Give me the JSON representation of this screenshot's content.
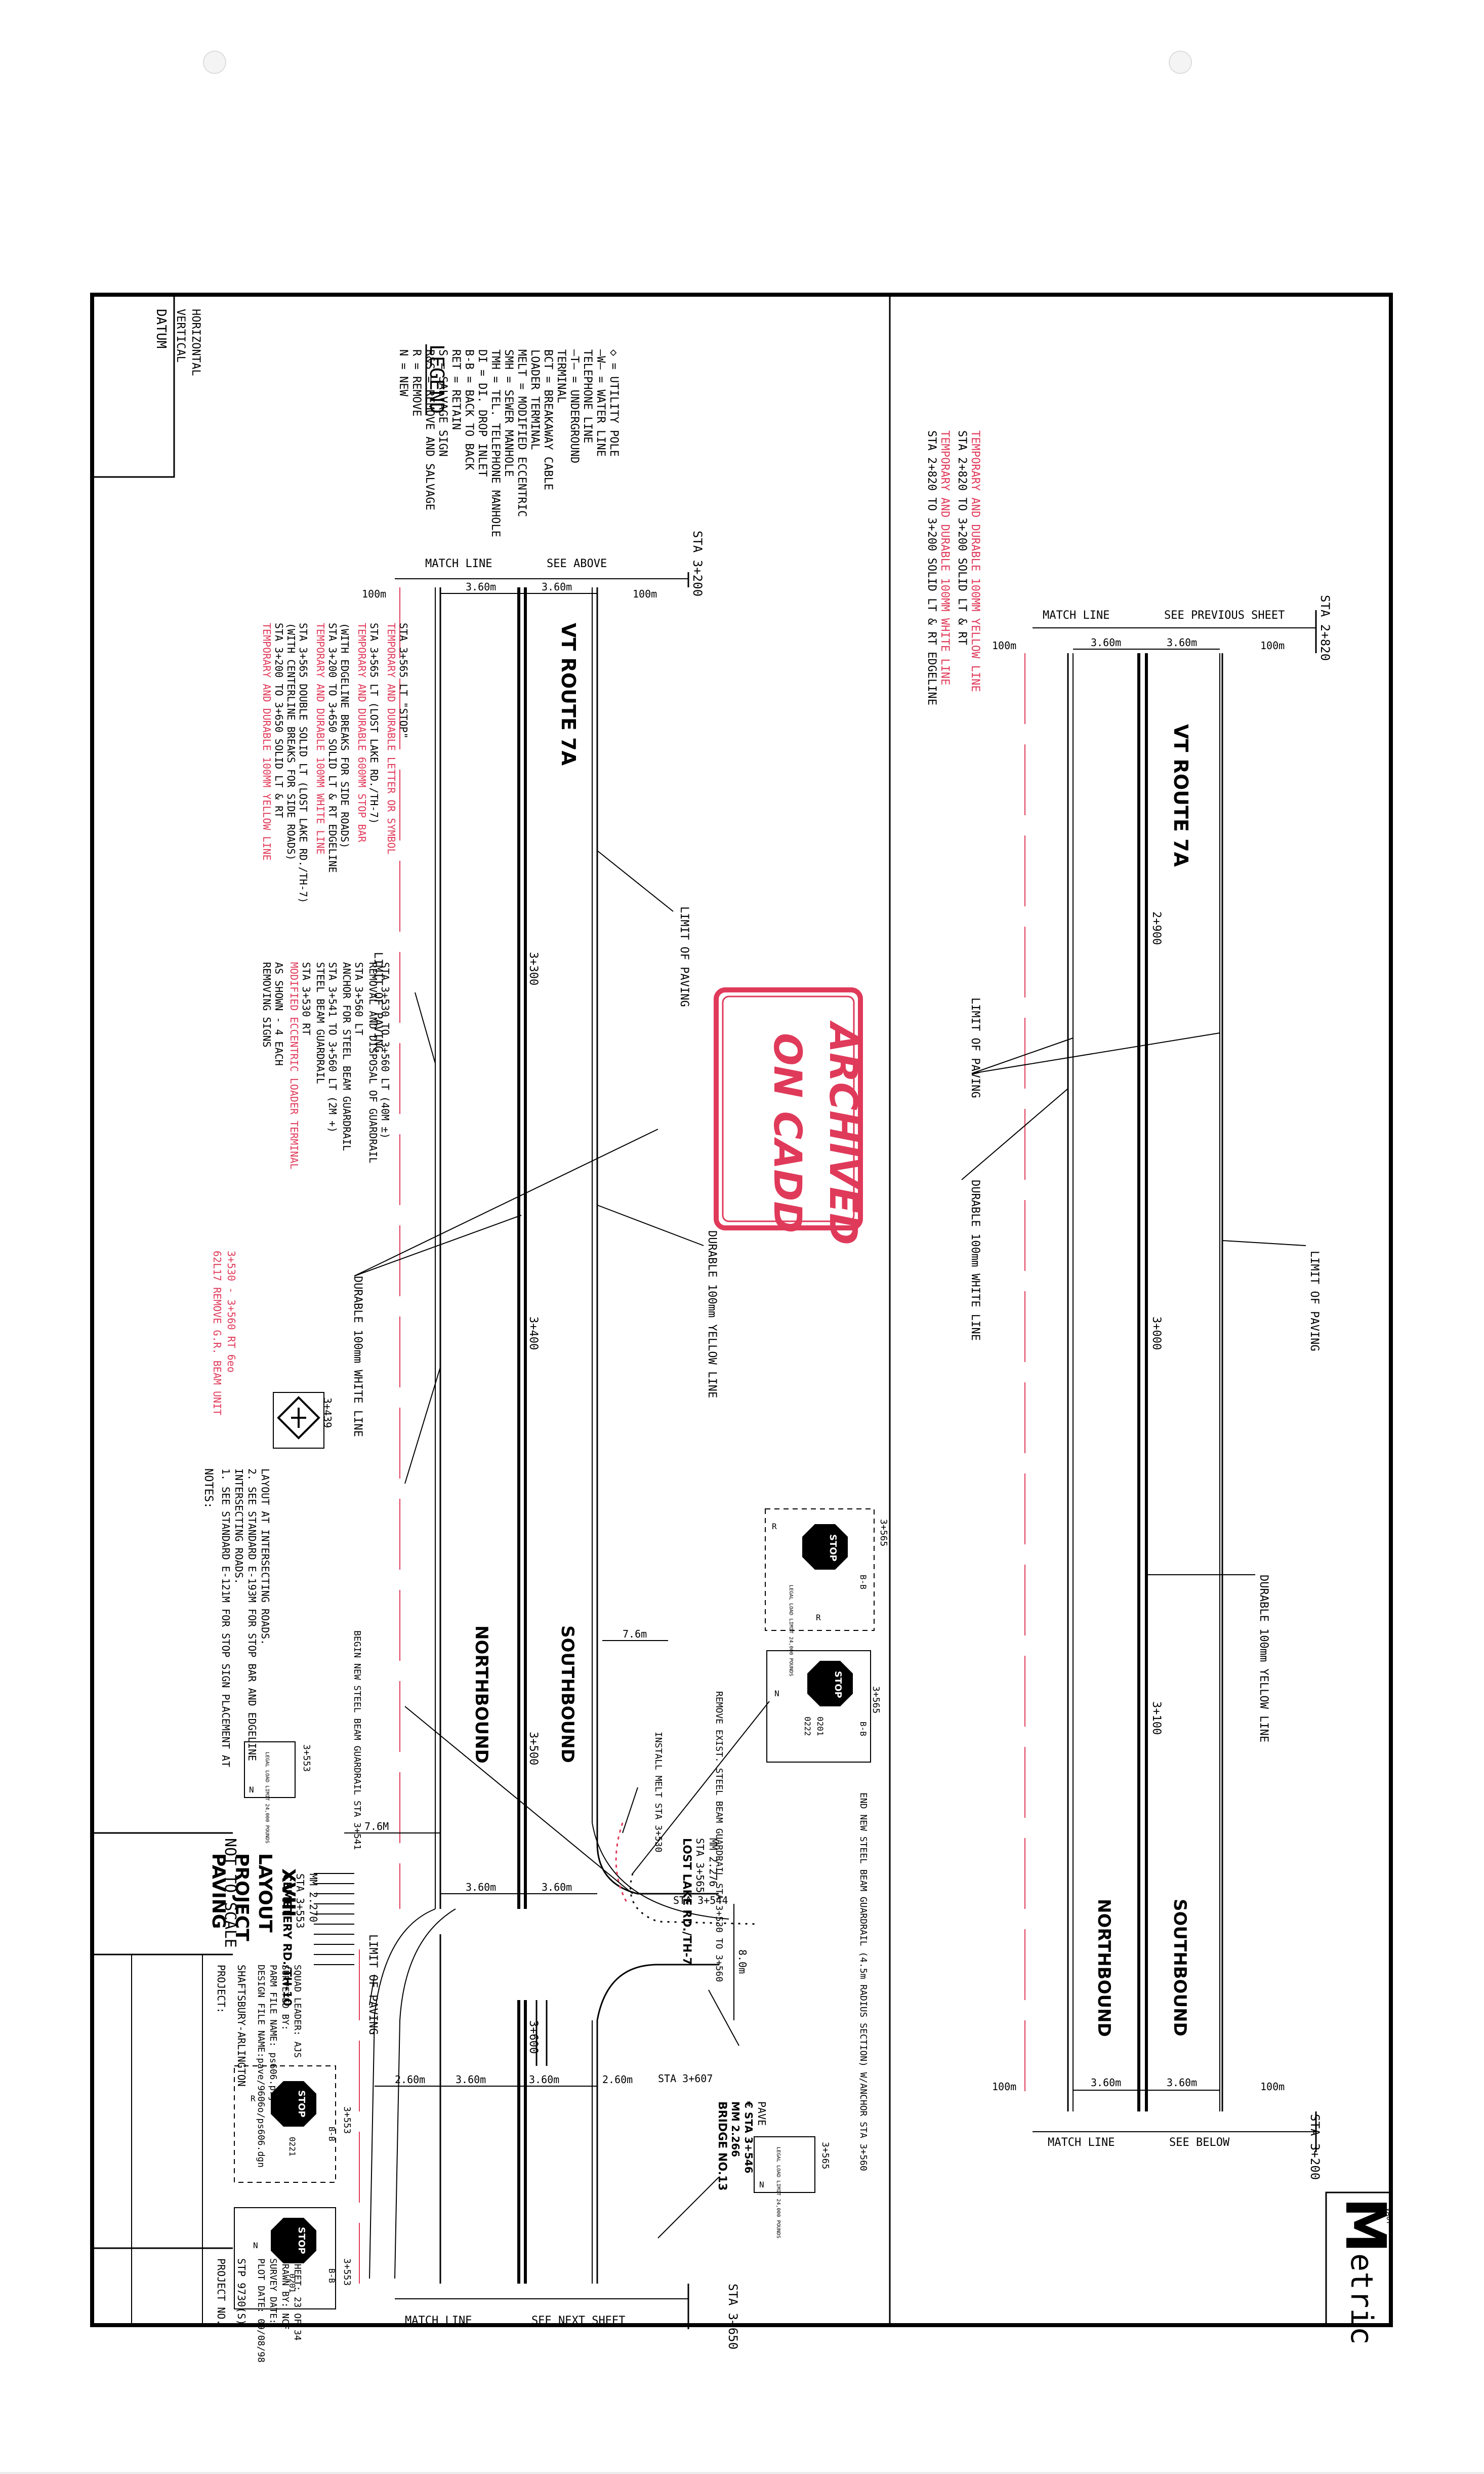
{
  "colors": {
    "ink": "#000000",
    "redline": "#e03a5a",
    "paper": "#ffffff"
  },
  "logo": {
    "symbol": "M",
    "agency": "VAOT",
    "text": "etric"
  },
  "title_block": {
    "label": "PAVING PROJECT LAYOUT XVIII",
    "line1": "PAVING",
    "line2": "PROJECT",
    "line3": "LAYOUT",
    "line4": "XVIII",
    "scale": "NOT TO SCALE",
    "project_label": "PROJECT:",
    "project": "SHAFTSBURY-ARLINGTON",
    "project_no_label": "PROJECT NO.",
    "project_no": "STP 9730(S)",
    "design_file": "DESIGN FILE NAME:pave/9606o/ps606.dgn",
    "parm_file": "PARM FILE NAME: ps606.prj",
    "surveyed_by": "SURVEYED BY:",
    "squad_leader": "SQUAD LEADER: AJS",
    "plot_date": "PLOT DATE: 09/08/98",
    "survey_date": "SURVEY DATE:",
    "drawn_by": "DRAWN BY: NCF",
    "sheet": "SHEET: 23 OF 34"
  },
  "legend": {
    "title": "LEGEND",
    "items": [
      "N  = NEW",
      "R  = REMOVE",
      "R&S = REMOVE AND SALVAGE",
      "S  = SALVAGE SIGN",
      "RET = RETAIN",
      "B-B = BACK TO BACK",
      "DI = DI. DROP INLET",
      "TMH = TEL. TELEPHONE MANHOLE",
      "SMH = SEWER MANHOLE",
      "MELT = MODIFIED ECCENTRIC",
      "        LOADER TERMINAL",
      "BCT = BREAKAWAY CABLE",
      "        TERMINAL",
      "—T— = UNDERGROUND",
      "        TELEPHONE LINE",
      "—W— = WATER LINE",
      "  ◇  = UTILITY POLE"
    ]
  },
  "datum": {
    "title": "DATUM",
    "vertical": "VERTICAL",
    "horizontal": "HORIZONTAL"
  },
  "stamp": {
    "line1": "ARCHIVED",
    "line2": "ON CADD"
  },
  "right_panel": {
    "sta_start": "STA 2+820",
    "sta_end": "STA 3+200",
    "match_top": "MATCH LINE",
    "see_top": "SEE PREVIOUS SHEET",
    "match_bottom": "MATCH LINE",
    "see_bottom": "SEE BELOW",
    "route": "VT ROUTE 7A",
    "southbound": "SOUTHBOUND",
    "northbound": "NORTHBOUND",
    "lane_width": "3.60m",
    "offset": "100m",
    "stations": [
      "2+900",
      "3+000",
      "3+100"
    ],
    "callout_paving": "LIMIT OF PAVING",
    "callout_white": "DURABLE 100mm WHITE LINE",
    "callout_yellow": "DURABLE 100mm YELLOW LINE",
    "notes": [
      "TEMPORARY AND DURABLE 100MM YELLOW LINE",
      "STA 2+820 TO 3+200 SOLID LT & RT",
      "TEMPORARY AND DURABLE 100MM WHITE LINE",
      "STA 2+820 TO 3+200 SOLID LT & RT EDGELINE"
    ]
  },
  "left_panel": {
    "sta_start": "STA 3+200",
    "sta_end": "STA 3+650",
    "match_top": "MATCH LINE",
    "see_top": "SEE ABOVE",
    "match_bottom": "MATCH LINE",
    "see_bottom": "SEE NEXT SHEET",
    "route": "VT ROUTE 7A",
    "southbound": "SOUTHBOUND",
    "northbound": "NORTHBOUND",
    "lane_width": "3.60m",
    "offset": "100m",
    "stations": [
      "3+300",
      "3+400",
      "3+500",
      "3+600"
    ],
    "callout_paving": "LIMIT OF PAVING",
    "callout_white": "DURABLE 100mm WHITE LINE",
    "callout_yellow": "DURABLE 100mm YELLOW LINE",
    "dim_76": "7.6m",
    "dim_76b": "7.6M",
    "dim_80": "8.0m",
    "dim_260": "2.60m",
    "sta_3544": "STA 3+544",
    "sta_3607": "STA 3+607",
    "sta_3439": "3+439",
    "sta_3565": "3+565",
    "sta_3553": "3+553",
    "lost_lake": "LOST LAKE RD./TH-7",
    "lost_lake_sta": "STA 3+565",
    "lost_lake_mm": "MM 2.276",
    "cemetery": "CEMETERY RD./TH-10",
    "cemetery_sta": "STA 3+553",
    "cemetery_mm": "MM 2.270",
    "bridge_no": "BRIDGE NO.13",
    "bridge_mm": "MM 2.266",
    "bridge_sta": "€ STA 3+546",
    "bridge_pave": "PAVE",
    "begin_guardrail": "BEGIN NEW STEEL BEAM GUARDRAIL STA 3+541",
    "remove_guardrail": "REMOVE EXIST. STEEL BEAM GUARDRAIL STA 3+530 TO 3+560",
    "install_melt": "INSTALL MELT STA 3+530",
    "end_guardrail": "END NEW STEEL BEAM GUARDRAIL (4.5m RADIUS SECTION) W/ANCHOR STA 3+560",
    "remove_gr_red": "62L17 REMOVE G.R. BEAM UNIT",
    "remove_gr_red2": "3+530 - 3+560 RT  6eo",
    "stop_word": "STOP",
    "bb": "B-B",
    "sign_r": "R",
    "sign_n": "N",
    "weight_sign": "LEGAL LOAD LIMIT 24,000 POUNDS",
    "sign_codes": [
      "0201",
      "0221",
      "0222"
    ],
    "notes_title": "NOTES:",
    "notes": [
      "1. SEE STANDARD E-121M FOR STOP SIGN PLACEMENT AT",
      "   INTERSECTING ROADS.",
      "2. SEE STANDARD E-193M FOR STOP BAR AND EDGELINE",
      "   LAYOUT AT INTERSECTING ROADS."
    ],
    "quantities": [
      "TEMPORARY AND DURABLE 100MM YELLOW LINE",
      "STA 3+200 TO 3+650 SOLID LT & RT",
      "(WITH CENTERLINE BREAKS FOR SIDE ROADS)",
      "STA 3+565 DOUBLE SOLID LT (LOST LAKE RD./TH-7)",
      "TEMPORARY AND DURABLE 100MM WHITE LINE",
      "STA 3+200 TO 3+650 SOLID LT & RT EDGELINE",
      "(WITH EDGELINE BREAKS FOR SIDE ROADS)",
      "TEMPORARY AND DURABLE 600MM STOP BAR",
      "STA 3+565 LT (LOST LAKE RD./TH-7)",
      "TEMPORARY AND DURABLE LETTER OR SYMBOL",
      "STA 3+565 LT \"STOP\""
    ],
    "quantities2": [
      "REMOVING SIGNS",
      "AS SHOWN - 4 EACH",
      "MODIFIED ECCENTRIC LOADER TERMINAL",
      "STA 3+530 RT",
      "STEEL BEAM GUARDRAIL",
      "STA 3+541 TO 3+560 LT (2M +)",
      "ANCHOR FOR STEEL BEAM GUARDRAIL",
      "STA 3+560 LT",
      "REMOVAL AND DISPOSAL OF GUARDRAIL",
      "STA 3+530 TO 3+560 LT  (40M ±)"
    ]
  }
}
